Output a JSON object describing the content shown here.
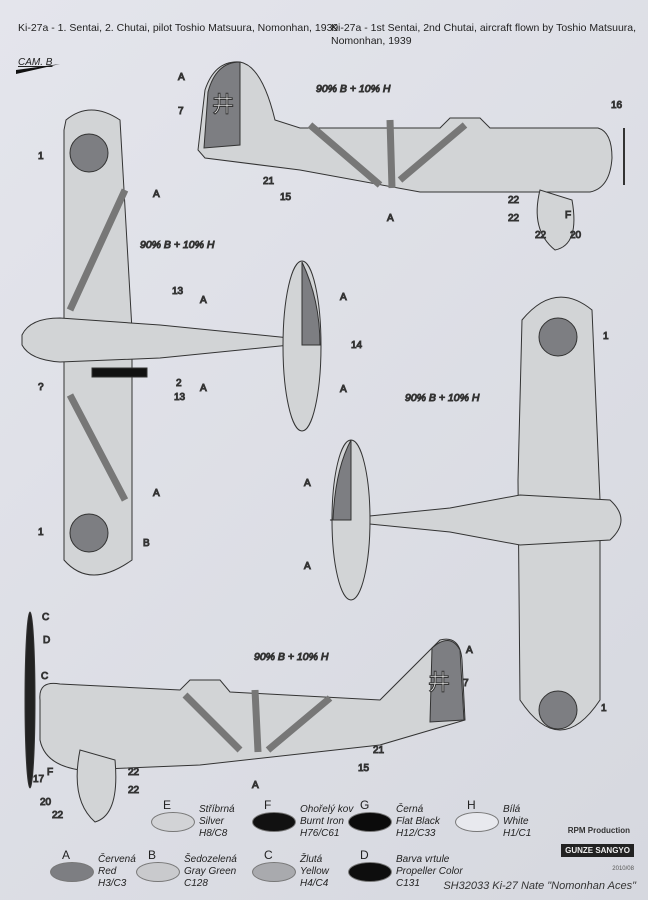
{
  "captions": {
    "left": "Ki-27a - 1. Sentai, 2. Chutai, pilot Toshio Matsuura, Nomonhan, 1939",
    "right_line1": "Ki-27a - 1st Sentai, 2nd Chutai, aircraft flown by Toshio Matsuura,",
    "right_line2": "Nomonhan, 1939"
  },
  "cam_label": "CAM. B",
  "side_view_top": {
    "labels": [
      "A",
      "7",
      "90% B + 10% H",
      "16",
      "21",
      "15",
      "A",
      "22",
      "F",
      "22",
      "22",
      "20"
    ]
  },
  "top_view": {
    "labels": [
      "1",
      "A",
      "90% B + 10% H",
      "13",
      "A",
      "A",
      "14",
      "2",
      "13",
      "A",
      "A",
      "?",
      "A",
      "1",
      "B"
    ]
  },
  "bottom_view": {
    "labels": [
      "1",
      "90% B + 10% H",
      "A",
      "A",
      "1"
    ]
  },
  "side_view_bottom": {
    "labels": [
      "C",
      "D",
      "C",
      "90% B + 10% H",
      "A",
      "7",
      "21",
      "15",
      "A",
      "17",
      "F",
      "22",
      "22",
      "20",
      "22"
    ]
  },
  "swatches": [
    {
      "key": "E",
      "name_cz": "Stříbrná",
      "name_en": "Silver",
      "code": "H8/C8",
      "color": "#d2d3d6"
    },
    {
      "key": "F",
      "name_cz": "Ohořelý kov",
      "name_en": "Burnt Iron",
      "code": "H76/C61",
      "color": "#111111"
    },
    {
      "key": "G",
      "name_cz": "Černá",
      "name_en": "Flat Black",
      "code": "H12/C33",
      "color": "#0b0b0b"
    },
    {
      "key": "H",
      "name_cz": "Bílá",
      "name_en": "White",
      "code": "H1/C1",
      "color": "#e8e9ee"
    },
    {
      "key": "A",
      "name_cz": "Červená",
      "name_en": "Red",
      "code": "H3/C3",
      "color": "#7d7e82"
    },
    {
      "key": "B",
      "name_cz": "Šedozelená",
      "name_en": "Gray Green",
      "code": "C128",
      "color": "#c9cacd"
    },
    {
      "key": "C",
      "name_cz": "Žlutá",
      "name_en": "Yellow",
      "code": "H4/C4",
      "color": "#a9aaae"
    },
    {
      "key": "D",
      "name_cz": "Barva vrtule",
      "name_en": "Propeller Color",
      "code": "C131",
      "color": "#0e0e0e"
    }
  ],
  "logos": {
    "producer": "RPM Production",
    "brand": "GUNZE SANGYO",
    "date": "2010/08"
  },
  "footer": "SH32033  Ki-27 Nate \"Nomonhan Aces\""
}
